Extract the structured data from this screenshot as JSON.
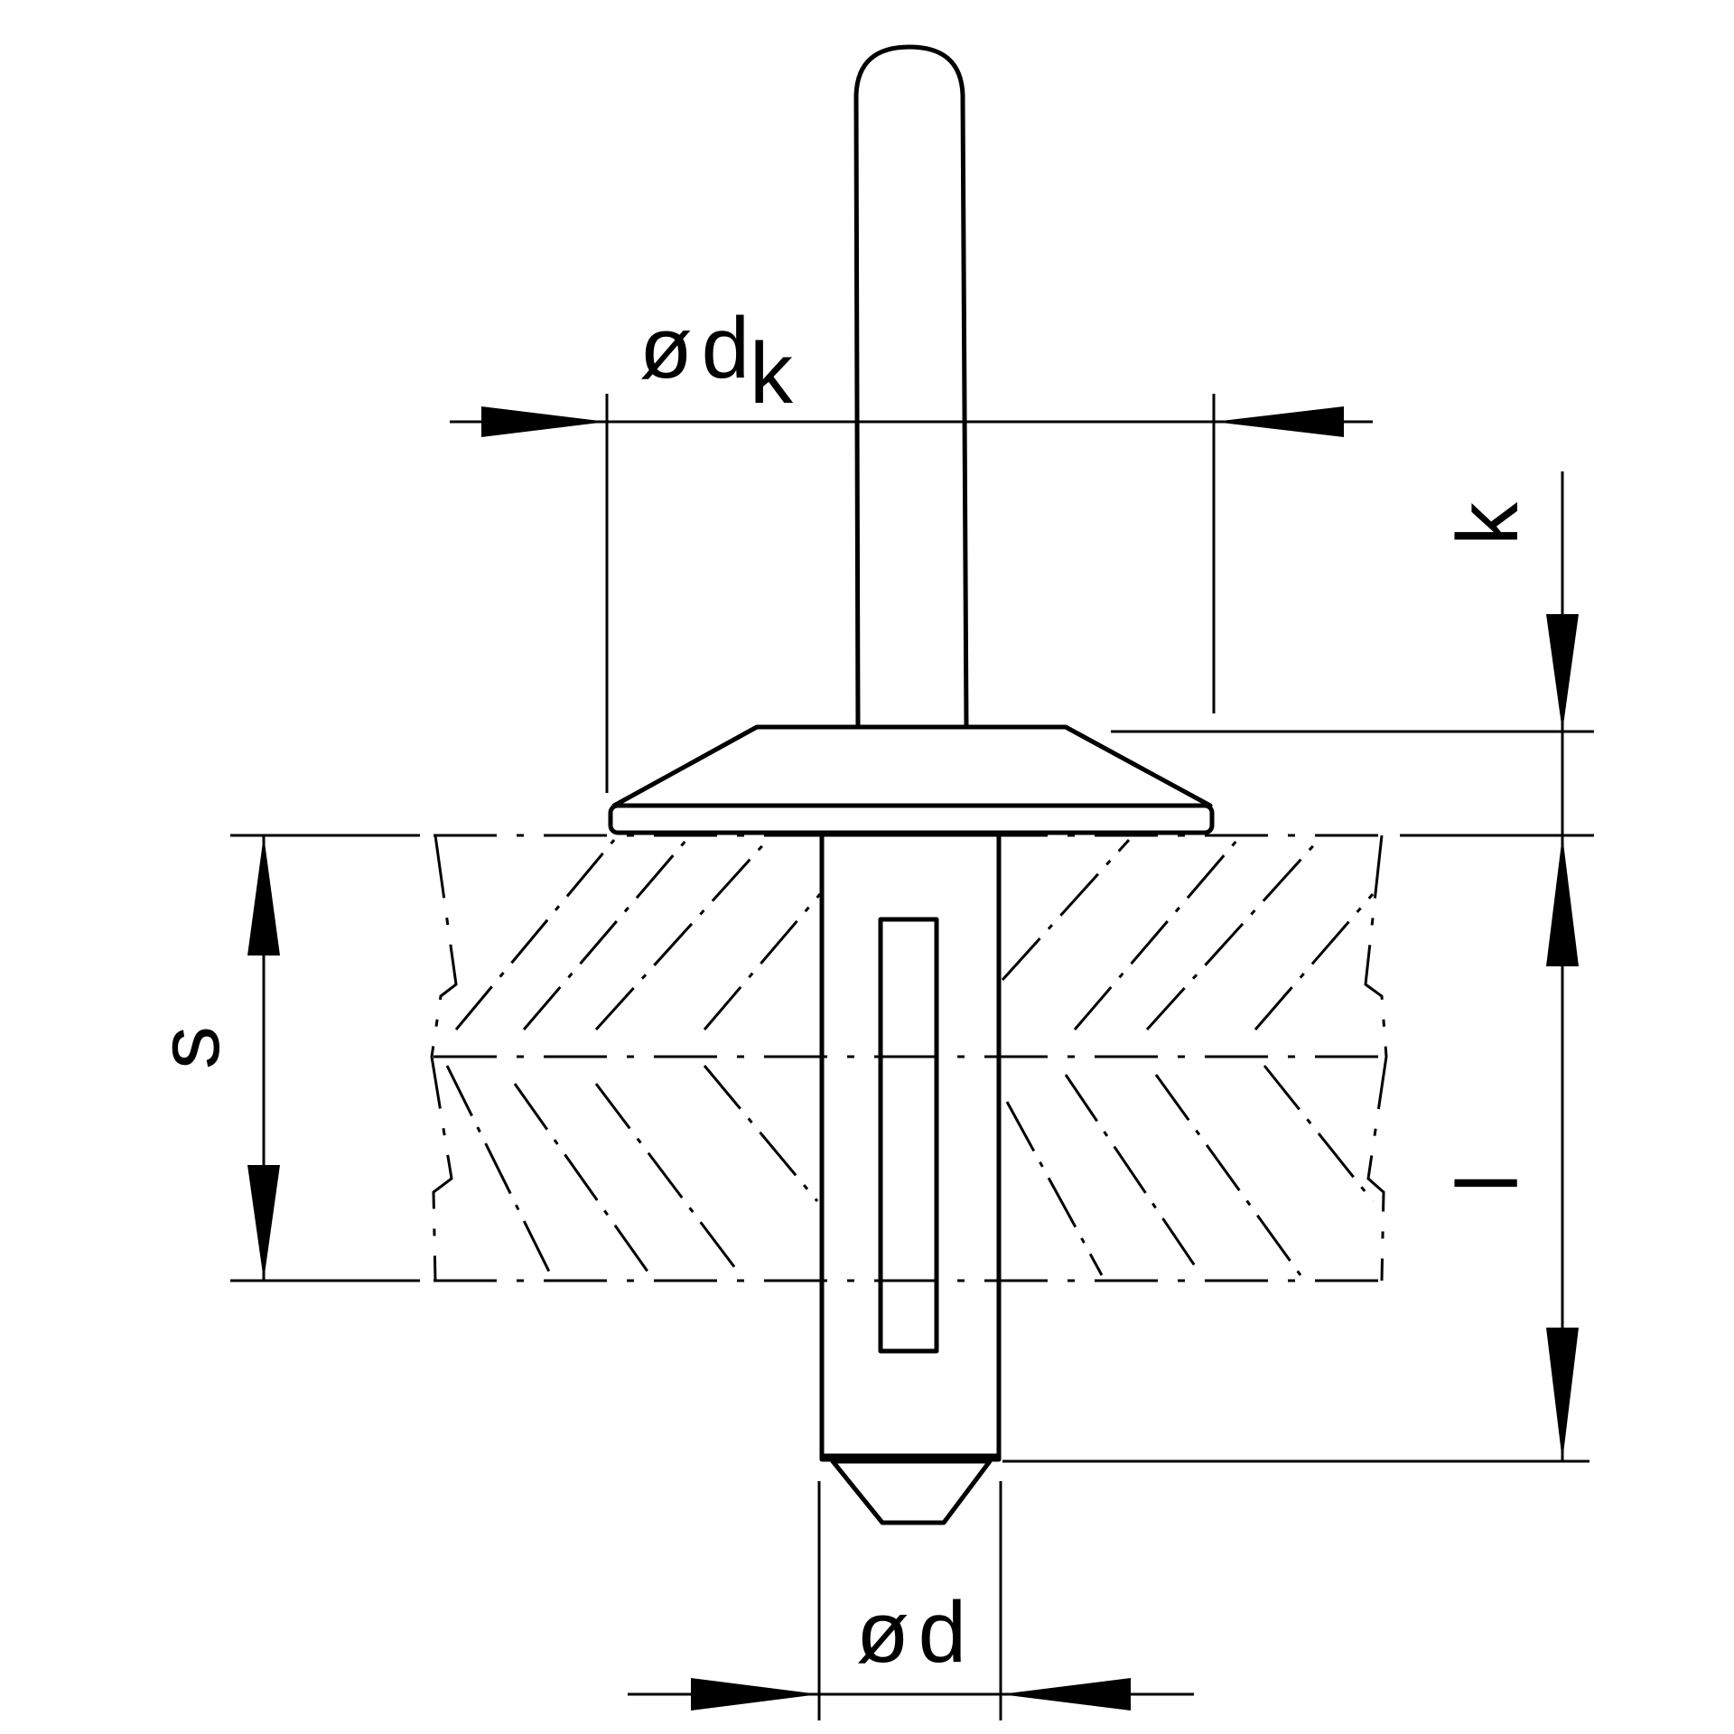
{
  "labels": {
    "head_diameter": {
      "symbol": "ø",
      "main": "d",
      "subscript": "k"
    },
    "head_height": "k",
    "shank_diameter": {
      "symbol": "ø",
      "main": "d"
    },
    "grip_range": "s",
    "length": "l"
  },
  "colors": {
    "line": "#000000",
    "background": "#ffffff"
  }
}
